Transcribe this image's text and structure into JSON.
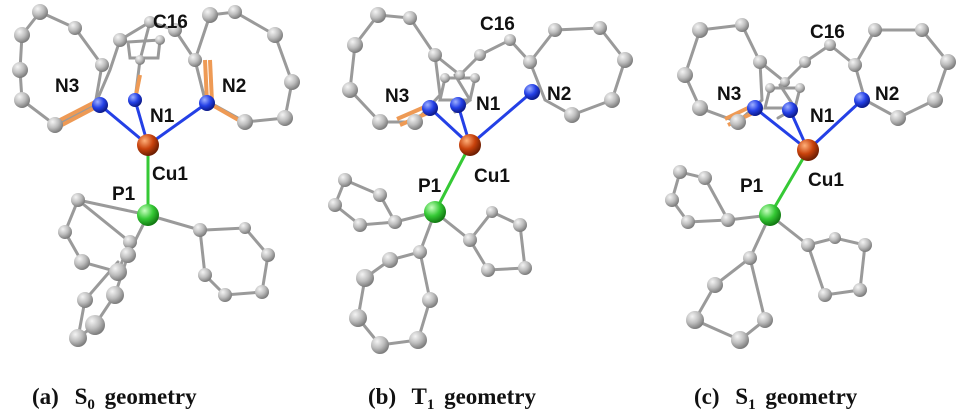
{
  "colors": {
    "carbon": "#b8b8b8",
    "nitrogen": "#2440e6",
    "copper": "#c8420c",
    "phosphorus": "#35c935",
    "bond": "#9a9a9a",
    "aromatic_bond": "#ee9a55"
  },
  "panels": [
    {
      "caption_letter": "(a)",
      "caption_symbol": "S",
      "caption_sub": "0",
      "caption_text": "geometry",
      "labels": {
        "c16": "C16",
        "n3": "N3",
        "n1": "N1",
        "n2": "N2",
        "cu1": "Cu1",
        "p1": "P1"
      }
    },
    {
      "caption_letter": "(b)",
      "caption_symbol": "T",
      "caption_sub": "1",
      "caption_text": "geometry",
      "labels": {
        "c16": "C16",
        "n3": "N3",
        "n1": "N1",
        "n2": "N2",
        "cu1": "Cu1",
        "p1": "P1"
      }
    },
    {
      "caption_letter": "(c)",
      "caption_symbol": "S",
      "caption_sub": "1",
      "caption_text": "geometry",
      "labels": {
        "c16": "C16",
        "n3": "N3",
        "n1": "N1",
        "n2": "N2",
        "cu1": "Cu1",
        "p1": "P1"
      }
    }
  ]
}
